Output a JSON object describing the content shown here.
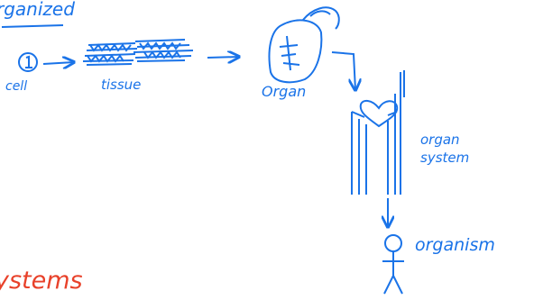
{
  "labels": {
    "title": "rganized",
    "cell": "cell",
    "tissue": "tissue",
    "organ": "Organ",
    "organ_system_line1": "organ",
    "organ_system_line2": "system",
    "organism": "organism",
    "systems": "ystems"
  },
  "node_icons": [
    "cell-icon",
    "tissue-icon",
    "organ-icon",
    "organ-system-icon",
    "person-icon"
  ],
  "colors": {
    "ink": "#1a73e8",
    "accent": "#e8412a",
    "background": "#ffffff"
  }
}
